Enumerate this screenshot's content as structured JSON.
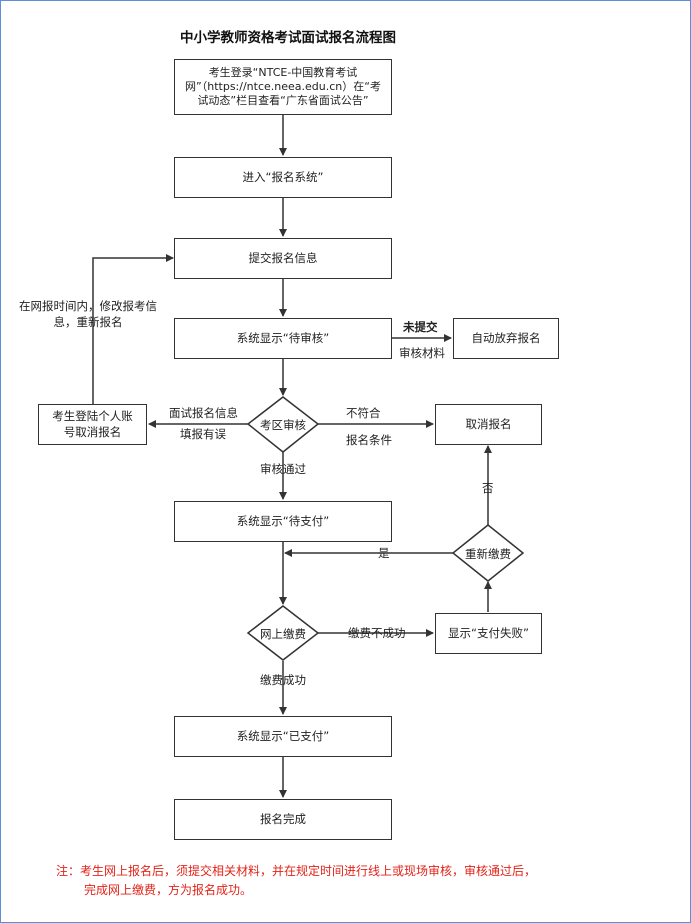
{
  "title": "中小学教师资格考试面试报名流程图",
  "nodes": {
    "login": "考生登录“NTCE-中国教育考试网”（https://ntce.neea.edu.cn）在“考试动态”栏目查看“广东省面试公告”",
    "enter_system": "进入“报名系统”",
    "submit_info": "提交报名信息",
    "pending_review": "系统显示“待审核”",
    "auto_abandon": "自动放弃报名",
    "district_review": "考区审核",
    "cancel_personal": "考生登陆个人账号取消报名",
    "cancel_registration": "取消报名",
    "pending_payment": "系统显示“待支付”",
    "repay": "重新缴费",
    "online_payment": "网上缴费",
    "payment_failed": "显示“支付失败”",
    "paid": "系统显示“已支付”",
    "complete": "报名完成"
  },
  "edge_labels": {
    "not_submit_line1": "未提交",
    "not_submit_line2": "审核材料",
    "modify_within_time": "在网报时间内，修改报考信息，重新报名",
    "info_error_line1": "面试报名信息",
    "info_error_line2": "填报有误",
    "not_meet_line1": "不符合",
    "not_meet_line2": "报名条件",
    "review_passed": "审核通过",
    "yes": "是",
    "no": "否",
    "payment_unsuccessful": "缴费不成功",
    "payment_successful": "缴费成功"
  },
  "note": {
    "line1": "注：考生网上报名后，须提交相关材料，并在规定时间进行线上或现场审核，审核通过后，",
    "line2": "完成网上缴费，方为报名成功。"
  }
}
